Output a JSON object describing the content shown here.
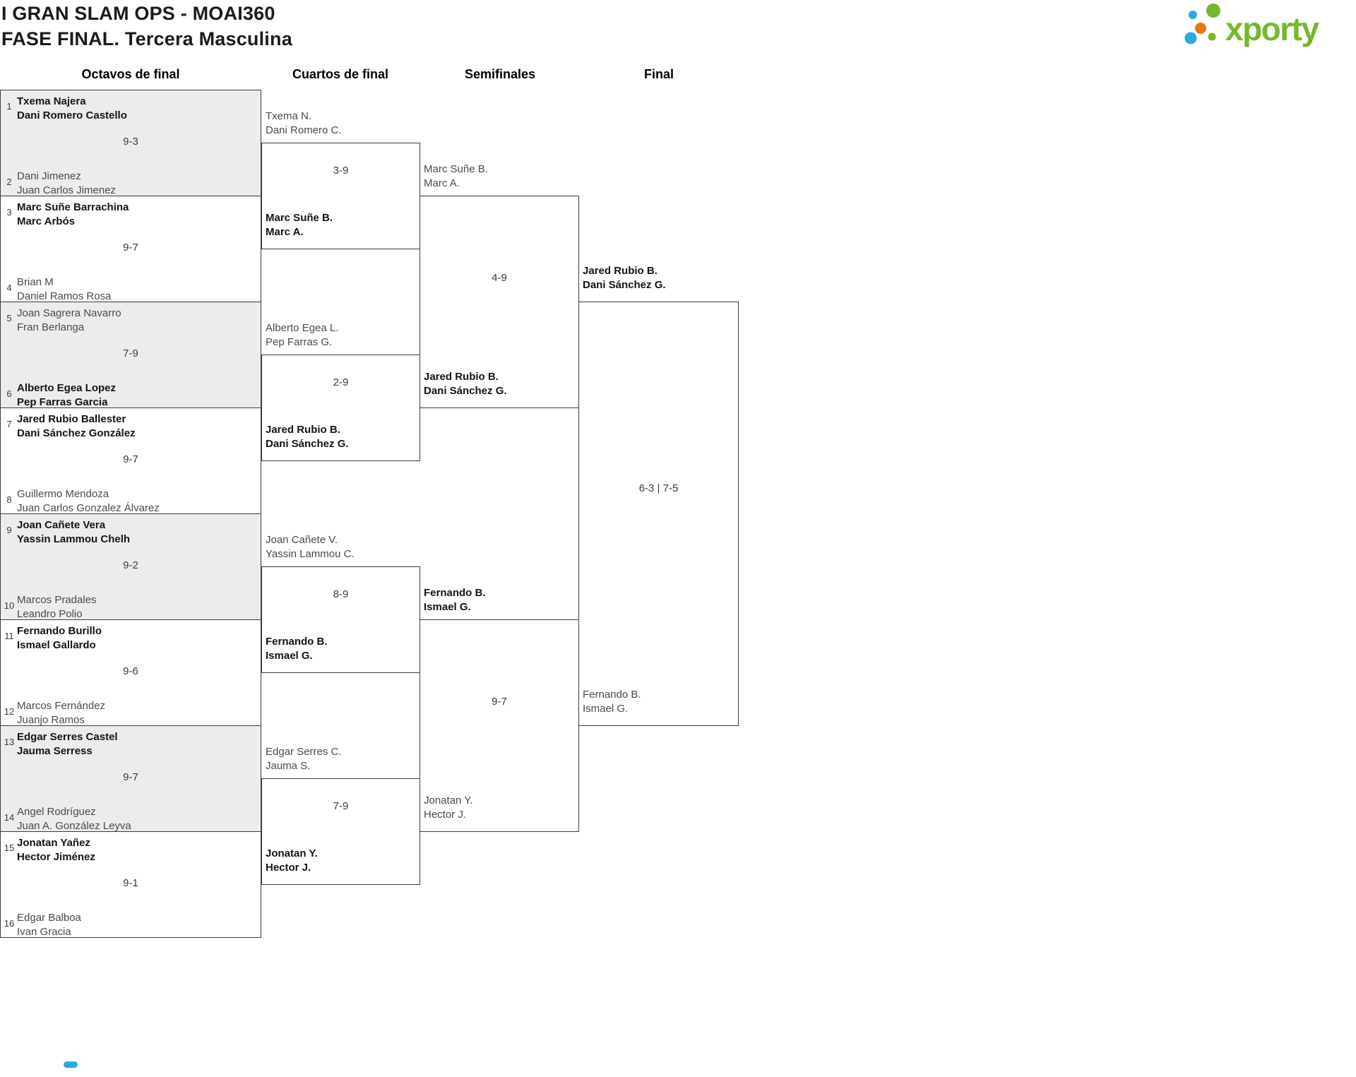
{
  "header": {
    "title_line1": "I GRAN SLAM OPS - MOAI360",
    "title_line2": "FASE FINAL. Tercera Masculina",
    "logo_text": "xporty"
  },
  "columns": [
    "Octavos de final",
    "Cuartos de final",
    "Semifinales",
    "Final"
  ],
  "colors": {
    "logo_green": "#76b82a",
    "logo_blue": "#29a9e1",
    "logo_orange": "#e8780e",
    "shaded_row": "#ececec",
    "line": "#3c3c3c"
  },
  "r16": [
    {
      "seedA": "1",
      "a1": "Txema Najera",
      "a2": "Dani Romero Castello",
      "score": "9-3",
      "seedB": "2",
      "b1": "Dani Jimenez",
      "b2": "Juan Carlos Jimenez",
      "winner": "A"
    },
    {
      "seedA": "3",
      "a1": "Marc Suñe Barrachina",
      "a2": "Marc Arbós",
      "score": "9-7",
      "seedB": "4",
      "b1": "Brian M",
      "b2": "Daniel Ramos Rosa",
      "winner": "A"
    },
    {
      "seedA": "5",
      "a1": "Joan Sagrera Navarro",
      "a2": "Fran Berlanga",
      "score": "7-9",
      "seedB": "6",
      "b1": "Alberto Egea Lopez",
      "b2": "Pep Farras Garcia",
      "winner": "B"
    },
    {
      "seedA": "7",
      "a1": "Jared Rubio Ballester",
      "a2": "Dani Sánchez González",
      "score": "9-7",
      "seedB": "8",
      "b1": "Guillermo Mendoza",
      "b2": "Juan Carlos Gonzalez Álvarez",
      "winner": "A"
    },
    {
      "seedA": "9",
      "a1": "Joan Cañete Vera",
      "a2": "Yassin Lammou Chelh",
      "score": "9-2",
      "seedB": "10",
      "b1": "Marcos Pradales",
      "b2": "Leandro Polio",
      "winner": "A"
    },
    {
      "seedA": "11",
      "a1": "Fernando Burillo",
      "a2": "Ismael Gallardo",
      "score": "9-6",
      "seedB": "12",
      "b1": "Marcos Fernández",
      "b2": "Juanjo Ramos",
      "winner": "A"
    },
    {
      "seedA": "13",
      "a1": "Edgar Serres Castel",
      "a2": "Jauma Serress",
      "score": "9-7",
      "seedB": "14",
      "b1": "Angel Rodríguez",
      "b2": "Juan A. González Leyva",
      "winner": "A"
    },
    {
      "seedA": "15",
      "a1": "Jonatan Yañez",
      "a2": "Hector Jiménez",
      "score": "9-1",
      "seedB": "16",
      "b1": "Edgar Balboa",
      "b2": "Ivan Gracia",
      "winner": "A"
    }
  ],
  "qf": [
    {
      "a1": "Txema N.",
      "a2": "Dani Romero C.",
      "score": "3-9",
      "b1": "Marc Suñe B.",
      "b2": "Marc A.",
      "winner": "B"
    },
    {
      "a1": "Alberto Egea L.",
      "a2": "Pep Farras G.",
      "score": "2-9",
      "b1": "Jared Rubio B.",
      "b2": "Dani Sánchez G.",
      "winner": "B"
    },
    {
      "a1": "Joan Cañete V.",
      "a2": "Yassin Lammou C.",
      "score": "8-9",
      "b1": "Fernando B.",
      "b2": "Ismael G.",
      "winner": "B"
    },
    {
      "a1": "Edgar Serres C.",
      "a2": "Jauma S.",
      "score": "7-9",
      "b1": "Jonatan Y.",
      "b2": "Hector J.",
      "winner": "B"
    }
  ],
  "sf": [
    {
      "a1": "Marc Suñe B.",
      "a2": "Marc A.",
      "score": "4-9",
      "b1": "Jared Rubio B.",
      "b2": "Dani Sánchez G.",
      "winner": "B"
    },
    {
      "a1": "Fernando B.",
      "a2": "Ismael G.",
      "score": "9-7",
      "b1": "Jonatan Y.",
      "b2": "Hector J.",
      "winner": "A"
    }
  ],
  "final": {
    "a1": "Jared Rubio B.",
    "a2": "Dani Sánchez G.",
    "score": "6-3 | 7-5",
    "b1": "Fernando B.",
    "b2": "Ismael G.",
    "winner": "A"
  }
}
